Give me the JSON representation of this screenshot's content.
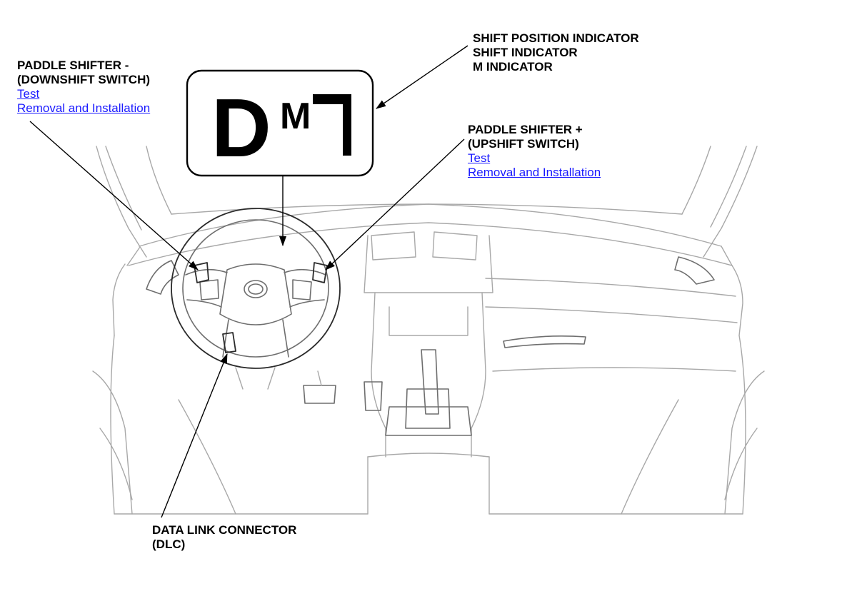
{
  "indicator": {
    "gear": "D",
    "mode": "M",
    "number": "7"
  },
  "callouts": {
    "shift_indicator": {
      "lines": [
        "SHIFT POSITION INDICATOR",
        "SHIFT INDICATOR",
        "M INDICATOR"
      ]
    },
    "paddle_down": {
      "lines": [
        "PADDLE SHIFTER -",
        "(DOWNSHIFT SWITCH)"
      ],
      "links": [
        "Test",
        "Removal and Installation"
      ]
    },
    "paddle_up": {
      "lines": [
        "PADDLE SHIFTER +",
        "(UPSHIFT SWITCH)"
      ],
      "links": [
        "Test",
        "Removal and Installation"
      ]
    },
    "dlc": {
      "lines": [
        "DATA LINK CONNECTOR",
        "(DLC)"
      ]
    }
  },
  "colors": {
    "link": "#1a1aff",
    "outline": "#a8a8a8",
    "leader": "#000000"
  }
}
